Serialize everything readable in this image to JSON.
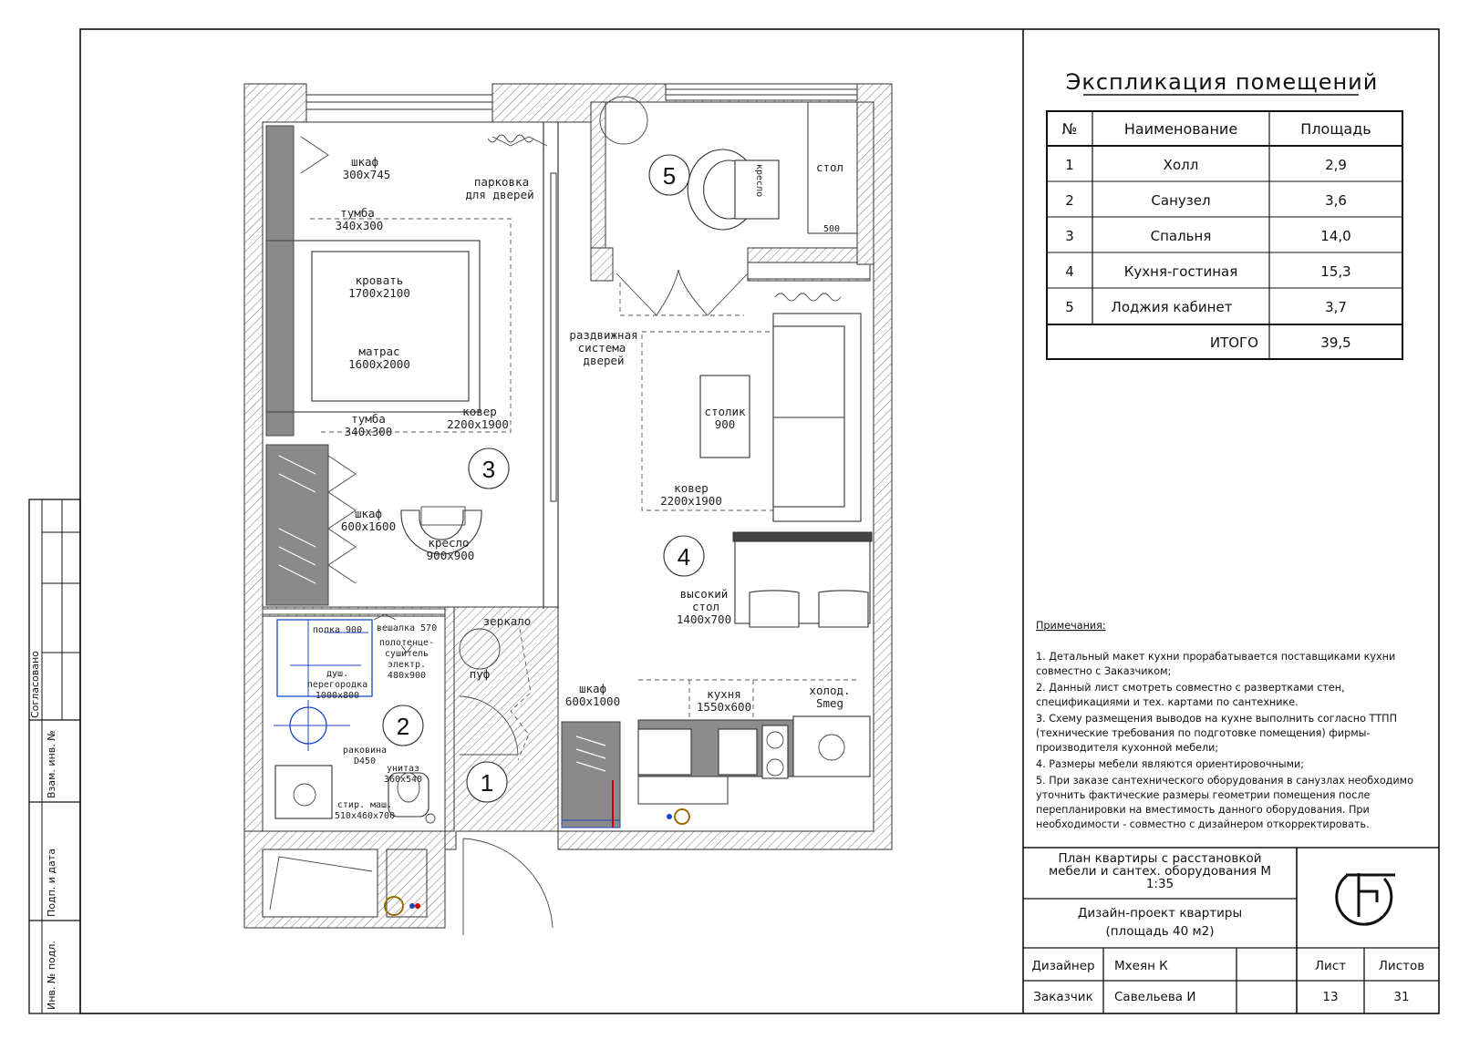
{
  "explication": {
    "title": "Экспликация помещений",
    "headers": {
      "num": "№",
      "name": "Наименование",
      "area": "Площадь"
    },
    "rows": [
      {
        "num": "1",
        "name": "Холл",
        "area": "2,9"
      },
      {
        "num": "2",
        "name": "Санузел",
        "area": "3,6"
      },
      {
        "num": "3",
        "name": "Спальня",
        "area": "14,0"
      },
      {
        "num": "4",
        "name": "Кухня-гостиная",
        "area": "15,3"
      },
      {
        "num": "5",
        "name": "Лоджия кабинет",
        "area": "3,7"
      }
    ],
    "total_label": "ИТОГО",
    "total_value": "39,5"
  },
  "rooms": {
    "r1": "1",
    "r2": "2",
    "r3": "3",
    "r4": "4",
    "r5": "5"
  },
  "labels": {
    "wardrobe_a": "шкаф",
    "wardrobe_a_size": "300x745",
    "parking_a": "парковка",
    "parking_b": "для дверей",
    "nightstand_top": "тумба",
    "nightstand_top_size": "340x300",
    "bed": "кровать",
    "bed_size": "1700x2100",
    "mattress": "матрас",
    "mattress_size": "1600x2000",
    "nightstand_bottom": "тумба",
    "nightstand_bottom_size": "340x300",
    "carpet_a": "ковер",
    "carpet_a_size": "2200x1900",
    "wardrobe_b": "шкаф",
    "wardrobe_b_size": "600x1600",
    "armchair_a": "кресло",
    "armchair_a_size": "900x900",
    "sliding_a": "раздвижная",
    "sliding_b": "система",
    "sliding_c": "дверей",
    "desk": "стол",
    "desk_dim": "500",
    "chair_loggia": "кресло",
    "coffee_table": "столик",
    "coffee_table_size": "900",
    "carpet_b": "ковер",
    "carpet_b_size": "2200x1900",
    "high_table_a": "высокий",
    "high_table_b": "стол",
    "high_table_size": "1400x700",
    "kitchen": "кухня",
    "kitchen_size": "1550x600",
    "fridge_a": "холод.",
    "fridge_b": "Smeg",
    "wardrobe_c": "шкаф",
    "wardrobe_c_size": "600x1000",
    "mirror": "зеркало",
    "pouf": "пуф",
    "shelf": "полка 900",
    "hanger": "вешалка 570",
    "towel_a": "полотенце-",
    "towel_b": "сушитель",
    "towel_c": "электр.",
    "towel_d": "480x900",
    "shower_a": "душ.",
    "shower_b": "перегородка",
    "shower_c": "1000x800",
    "sink": "раковина",
    "sink_size": "D450",
    "toilet": "унитаз",
    "toilet_size": "360x540",
    "washer": "стир. маш.",
    "washer_size": "510x460x700"
  },
  "notes": {
    "heading": "Примечания:",
    "lines": [
      "1. Детальный макет кухни прорабатывается поставщиками кухни",
      "совместно с Заказчиком;",
      "2. Данный лист смотреть совместно с развертками стен,",
      "спецификациями и тех. картами по сантехнике.",
      "3. Схему размещения выводов на кухне выполнить согласно ТТПП",
      "(технические требования по подготовке помещения) фирмы-",
      "производителя кухонной мебели;",
      "4. Размеры мебели являются ориентировочными;",
      "5. При заказе сантехнического оборудования в санузлах необходимо",
      "уточнить фактические размеры геометрии помещения после",
      "перепланировки на вместимость данного оборудования. При",
      "необходимости - совместно с дизайнером откорректировать."
    ]
  },
  "stamp": {
    "sheet_title_1": "План квартиры с расстановкой",
    "sheet_title_2": "мебели и сантех. оборудования М",
    "sheet_title_3": "1:35",
    "project_1": "Дизайн-проект квартиры",
    "project_2": "(площадь 40 м2)",
    "designer_label": "Дизайнер",
    "designer_name": "Мхеян К",
    "client_label": "Заказчик",
    "client_name": "Савельева И",
    "sheet_label": "Лист",
    "sheets_label": "Листов",
    "sheet_value": "13",
    "sheets_value": "31"
  },
  "sidebar": {
    "agreed": "Согласовано",
    "replaced": "Взам. инв. №",
    "sign_date": "Подп. и дата",
    "inv_no": "Инв. № подл."
  }
}
